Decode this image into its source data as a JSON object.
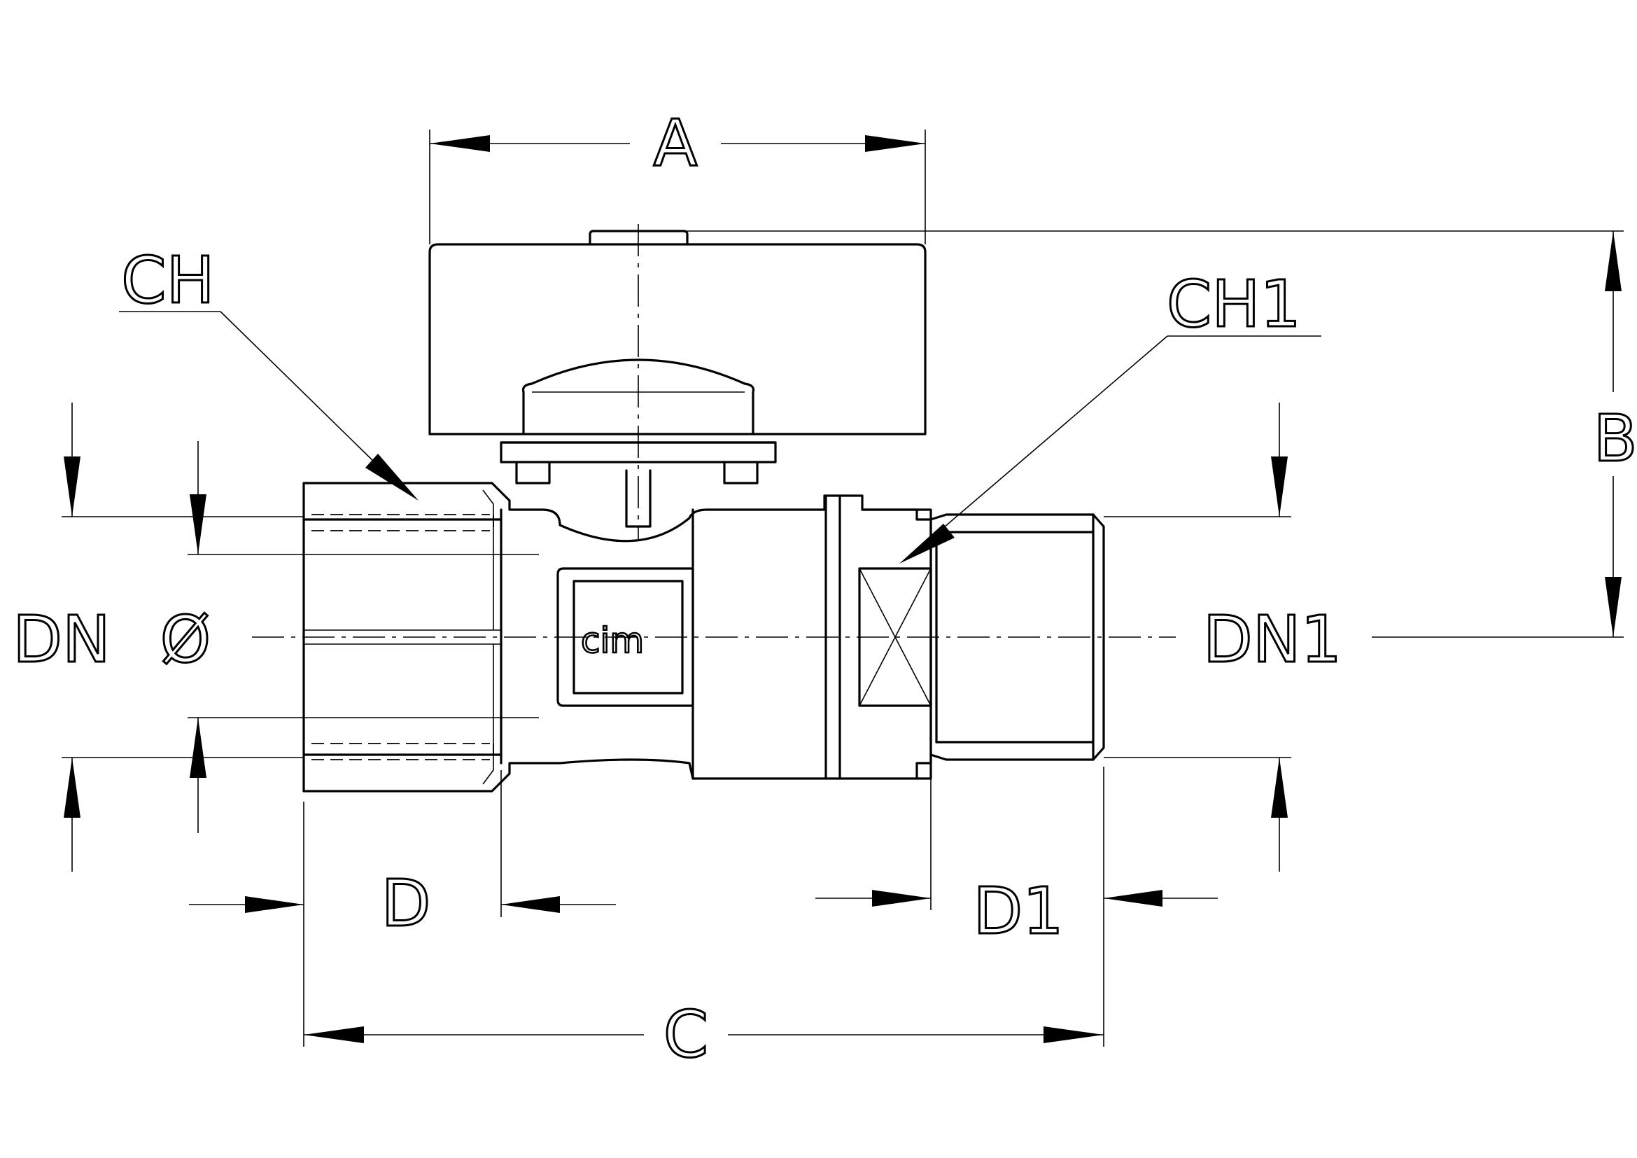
{
  "labels": {
    "A": "A",
    "B": "B",
    "C": "C",
    "D": "D",
    "D1": "D1",
    "DN": "DN",
    "diameter": "Ø",
    "DN1": "DN1",
    "CH": "CH",
    "CH1": "CH1"
  },
  "brand": "cim"
}
